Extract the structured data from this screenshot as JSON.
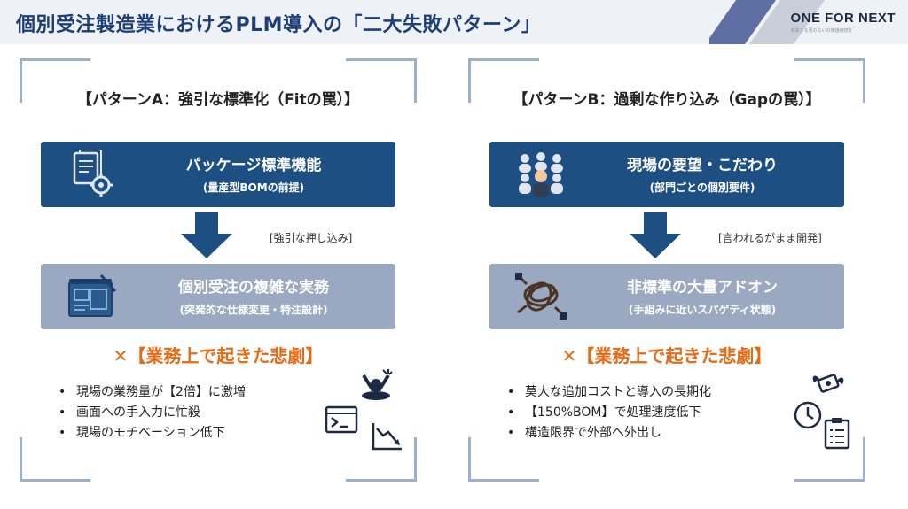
{
  "header": {
    "title": "個別受注製造業におけるPLM導入の「二大失敗パターン」",
    "brand_name": "ONE FOR NEXT",
    "brand_sub": "未来する見のないの価値継続を"
  },
  "colors": {
    "navy": "#1d4f83",
    "slate": "#9aa9c1",
    "accent_orange": "#e46b16",
    "title_blue": "#1d3f75"
  },
  "panels": [
    {
      "title": "【パターンA：強引な標準化（Fitの罠）】",
      "top_box": {
        "icon": "document-gear-icon",
        "line1": "パッケージ標準機能",
        "line2": "(量産型BOMの前提)"
      },
      "arrow_note": "[強引な押し込み]",
      "bottom_box": {
        "icon": "blueprint-icon",
        "line1": "個別受注の複雑な実務",
        "line2": "(突発的な仕様変更・特注設計)"
      },
      "tragedy": "✕【業務上で起きた悲劇】",
      "bullets": [
        "現場の業務量が【2倍】に激増",
        "画面への手入力に忙殺",
        "現場のモチベーション低下"
      ],
      "side_icons": [
        "exhausted-worker-icon",
        "terminal-window-icon",
        "declining-chart-icon"
      ]
    },
    {
      "title": "【パターンB：過剰な作り込み（Gapの罠）】",
      "top_box": {
        "icon": "people-group-icon",
        "line1": "現場の要望・こだわり",
        "line2": "(部門ごとの個別要件)"
      },
      "arrow_note": "[言われるがまま開発]",
      "bottom_box": {
        "icon": "tangled-cable-icon",
        "line1": "非標準の大量アドオン",
        "line2": "(手組みに近いスパゲティ状態)"
      },
      "tragedy": "✕【業務上で起きた悲劇】",
      "bullets": [
        "莫大な追加コストと導入の長期化",
        "【150%BOM】で処理速度低下",
        "構造限界で外部へ外出し"
      ],
      "side_icons": [
        "flying-money-icon",
        "clock-icon",
        "checklist-icon"
      ]
    }
  ]
}
